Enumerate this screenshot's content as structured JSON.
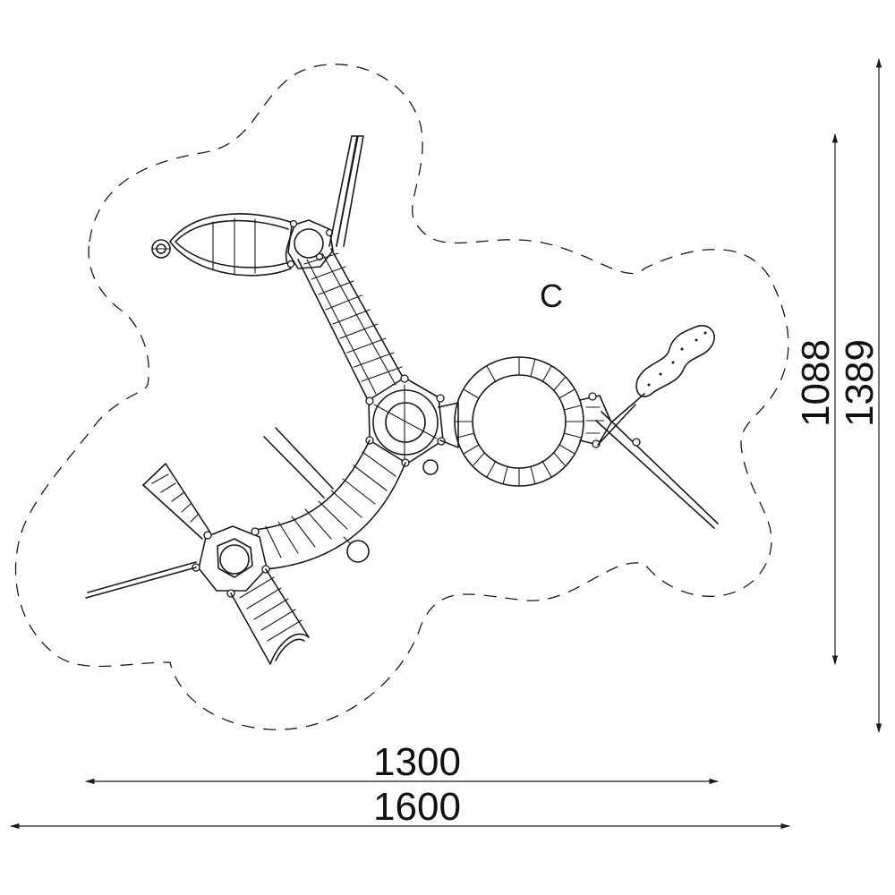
{
  "zone_label": "C",
  "dimensions": {
    "inner_width": "1300",
    "outer_width": "1600",
    "inner_height": "1088",
    "outer_height": "1389"
  }
}
